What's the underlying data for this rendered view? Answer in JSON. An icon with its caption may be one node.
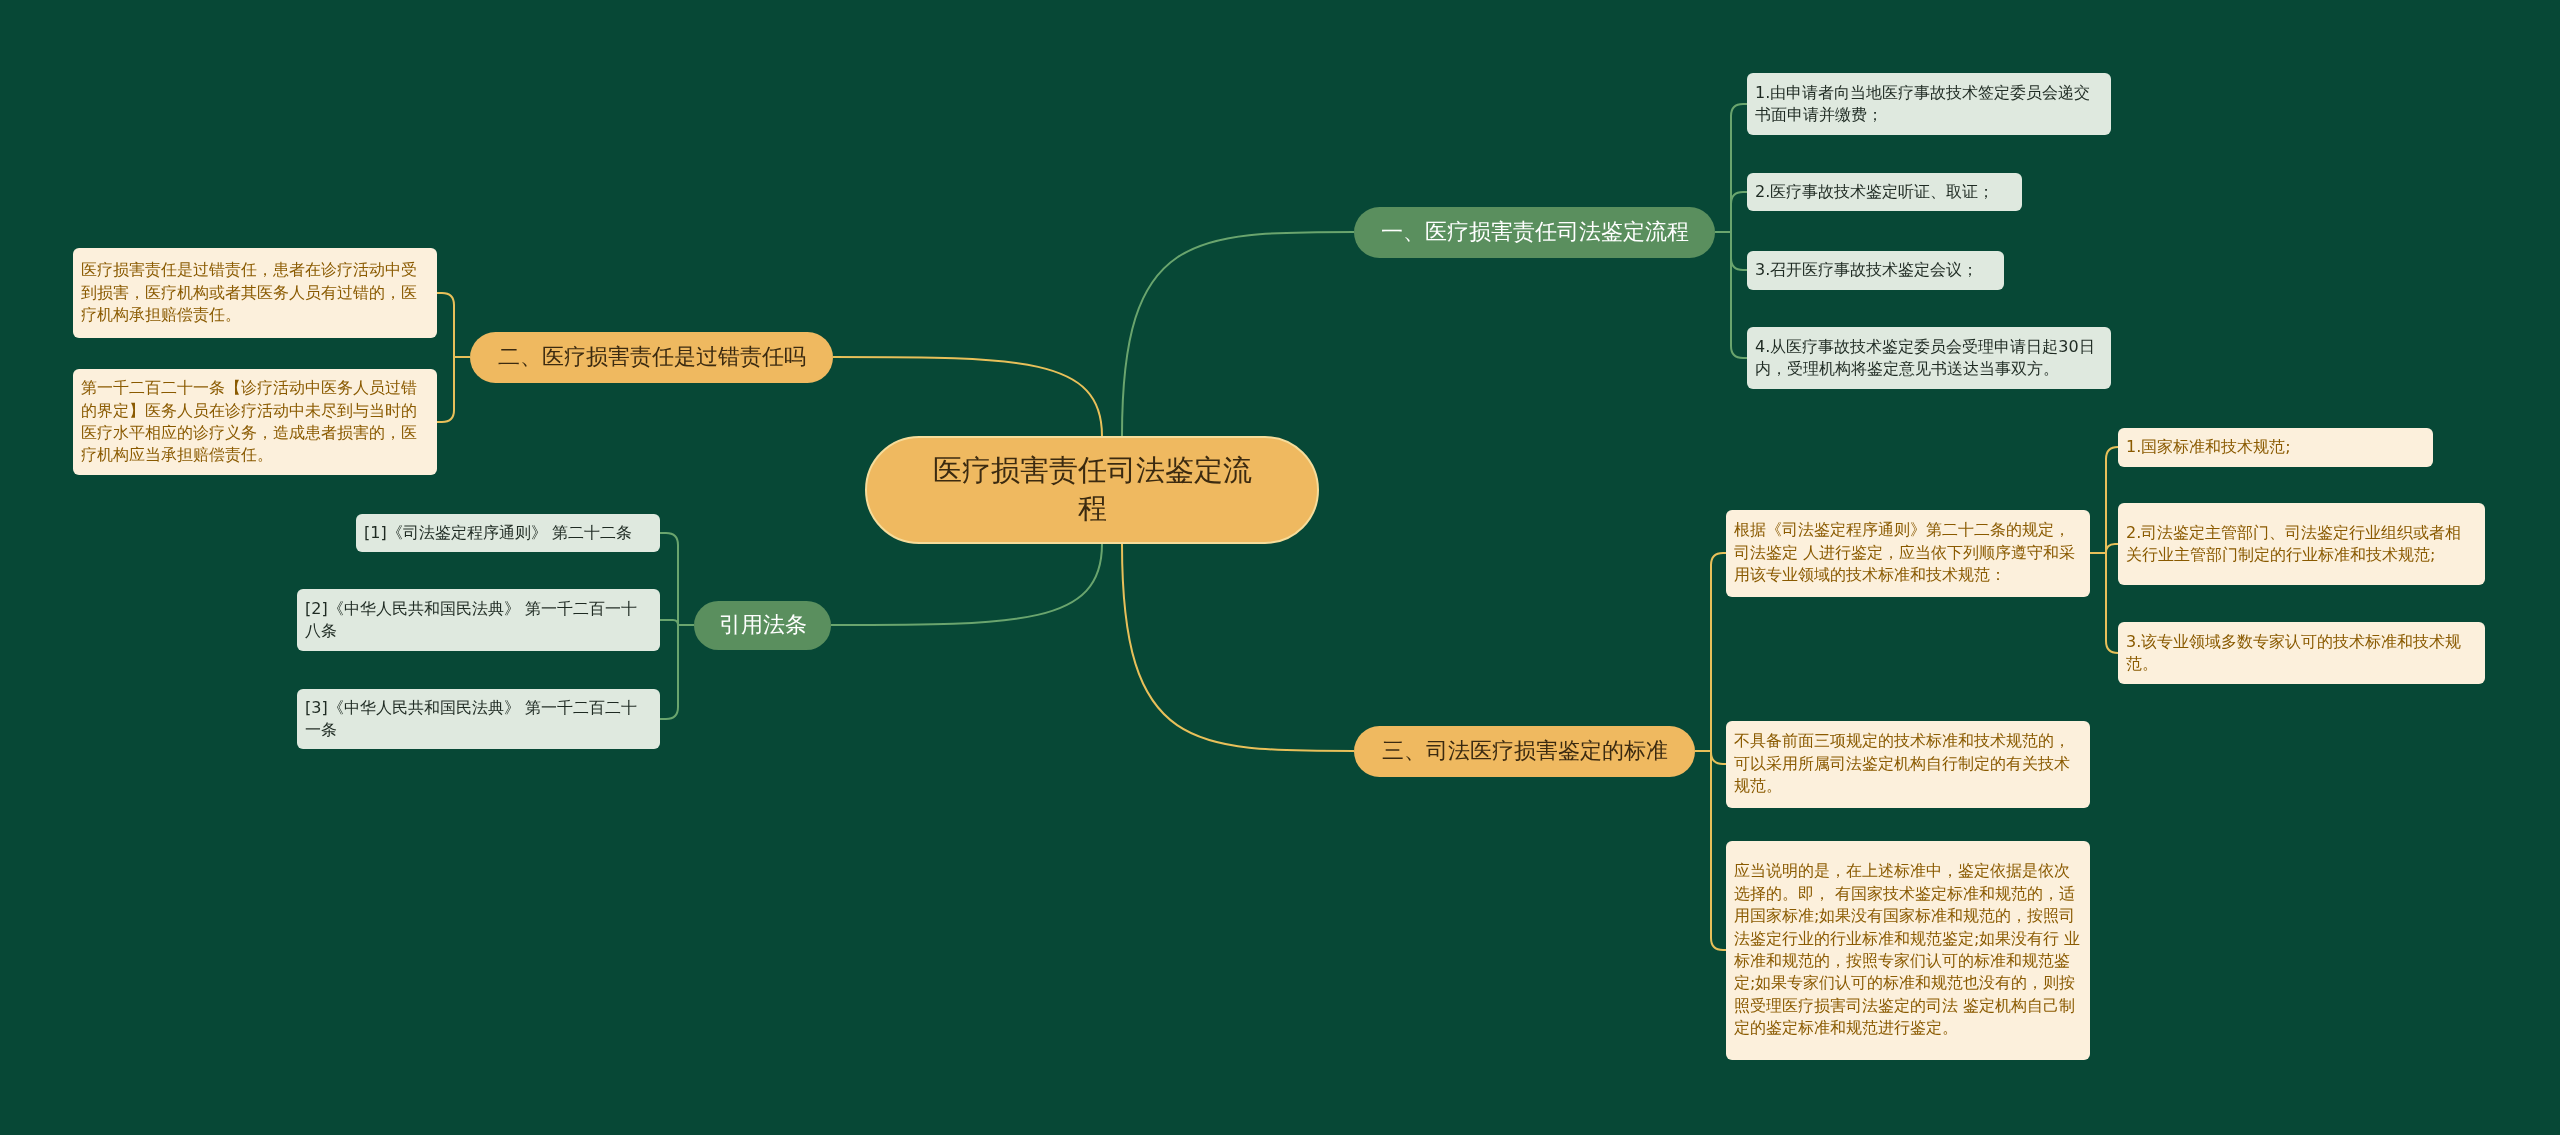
{
  "diagram": {
    "nodes": [
      {
        "text": [
          "医疗损害责任司法鉴定流程"
        ]
      },
      {
        "text": [
          "一、医疗损害责任司法鉴定流程"
        ]
      },
      {
        "text": [
          "1.由申请者向当地医疗事故技术签定委员会递交书面申请并缴费；"
        ]
      },
      {
        "text": [
          "2.医疗事故技术鉴定听证、取证；"
        ]
      },
      {
        "text": [
          "3.召开医疗事故技术鉴定会议；"
        ]
      },
      {
        "text": [
          "4.从医疗事故技术鉴定委员会受理申请日起30日内，受理机构将鉴定意见书送达当事双方。"
        ]
      },
      {
        "text": [
          "二、医疗损害责任是过错责任吗"
        ]
      },
      {
        "text": [
          "医疗损害责任是过错责任，患者在诊疗活动中受到损害，医疗机构或者其医务人员有过错的，医疗机构承担赔偿责任。"
        ]
      },
      {
        "text": [
          "第一千二百二十一条【诊疗活动中医务人员过错的界定】医务人员在诊疗活动中未尽到与当时的医疗水平相应的诊疗义务，造成患者损害的，医疗机构应当承担赔偿责任。"
        ]
      },
      {
        "text": [
          "引用法条"
        ]
      },
      {
        "text": [
          "[1]《司法鉴定程序通则》 第二十二条"
        ]
      },
      {
        "text": [
          "[2]《中华人民共和国民法典》 第一千二百一十八条"
        ]
      },
      {
        "text": [
          "[3]《中华人民共和国民法典》 第一千二百二十一条"
        ]
      },
      {
        "text": [
          "三、司法医疗损害鉴定的标准"
        ]
      },
      {
        "text": [
          "根据《司法鉴定程序通则》第二十二条的规定，司法鉴定 人进行鉴定，应当依下列顺序遵守和采用该专业领域的技术标准和技术规范："
        ]
      },
      {
        "text": [
          "1.国家标准和技术规范;"
        ]
      },
      {
        "text": [
          "2.司法鉴定主管部门、司法鉴定行业组织或者相关行业主管部门制定的行业标准和技术规范;"
        ]
      },
      {
        "text": [
          "3.该专业领域多数专家认可的技术标准和技术规范。"
        ]
      },
      {
        "text": [
          "不具备前面三项规定的技术标准和技术规范的，可以采用所属司法鉴定机构自行制定的有关技术规范。"
        ]
      },
      {
        "text": [
          "应当说明的是，在上述标准中，鉴定依据是依次选择的。即， 有国家技术鉴定标准和规范的，适用国家标准;如果没有国家标准和规范的，按照司法鉴定行业的行业标准和规范鉴定;如果没有行 业标准和规范的，按照专家们认可的标准和规范鉴定;如果专家们认可的标准和规范也没有的，则按照受理医疗损害司法鉴定的司法 鉴定机构自己制定的鉴定标准和规范进行鉴定。"
        ]
      }
    ],
    "edges": [
      {
        "from": 0,
        "to": 1,
        "arrow": "none",
        "color": "#6aa56e"
      },
      {
        "from": 1,
        "to": 2,
        "arrow": "none",
        "color": "#6aa56e"
      },
      {
        "from": 1,
        "to": 3,
        "arrow": "none",
        "color": "#6aa56e"
      },
      {
        "from": 1,
        "to": 4,
        "arrow": "none",
        "color": "#6aa56e"
      },
      {
        "from": 1,
        "to": 5,
        "arrow": "none",
        "color": "#6aa56e"
      },
      {
        "from": 0,
        "to": 6,
        "arrow": "none"
      },
      {
        "from": 6,
        "to": 7,
        "arrow": "none"
      },
      {
        "from": 6,
        "to": 8,
        "arrow": "none"
      },
      {
        "from": 0,
        "to": 9,
        "arrow": "none",
        "color": "#6aa56e"
      },
      {
        "from": 9,
        "to": 10,
        "arrow": "none",
        "color": "#6aa56e"
      },
      {
        "from": 9,
        "to": 11,
        "arrow": "none",
        "color": "#6aa56e"
      },
      {
        "from": 9,
        "to": 12,
        "arrow": "none",
        "color": "#6aa56e"
      },
      {
        "from": 0,
        "to": 13,
        "arrow": "none"
      },
      {
        "from": 13,
        "to": 14,
        "arrow": "none"
      },
      {
        "from": 14,
        "to": 15,
        "arrow": "none"
      },
      {
        "from": 14,
        "to": 16,
        "arrow": "none"
      },
      {
        "from": 14,
        "to": 17,
        "arrow": "none"
      },
      {
        "from": 13,
        "to": 18,
        "arrow": "none"
      },
      {
        "from": 13,
        "to": 19,
        "arrow": "none"
      }
    ]
  }
}
